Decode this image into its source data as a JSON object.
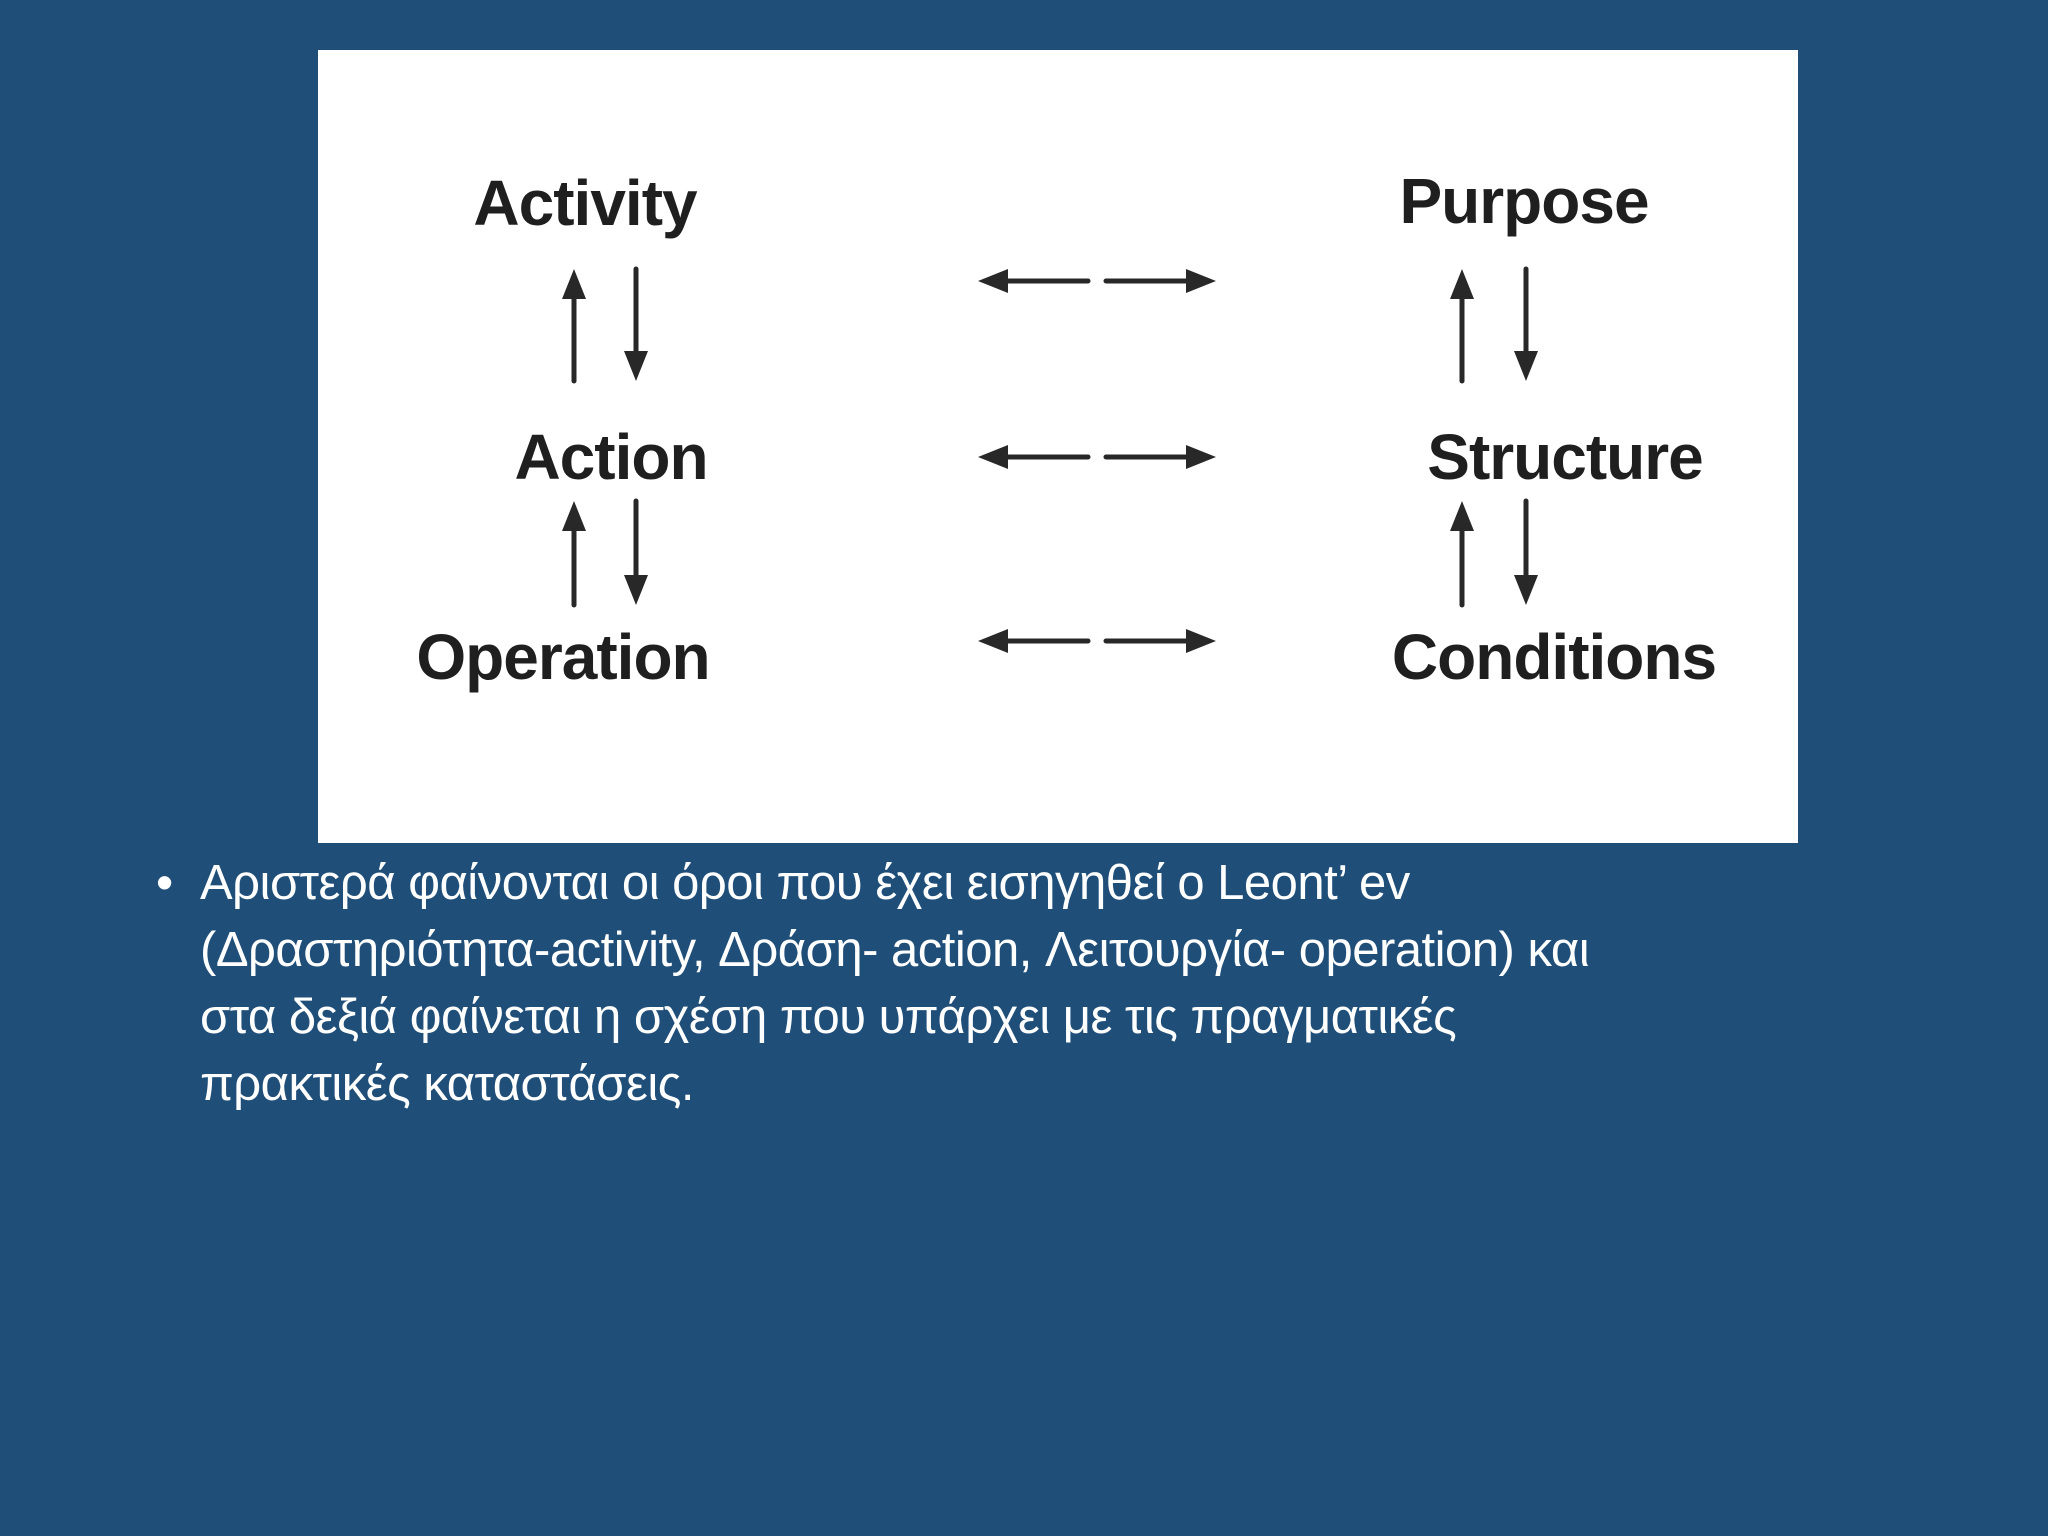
{
  "slide": {
    "background_color": "#1f4e79",
    "panel_background_color": "#ffffff",
    "diagram": {
      "text_color": "#1f1f1f",
      "arrow_color": "#282828",
      "left_column": [
        "Activity",
        "Action",
        "Operation"
      ],
      "right_column": [
        "Purpose",
        "Structure",
        "Conditions"
      ],
      "icons": {
        "vertical_link": "up-down-arrows-icon",
        "horizontal_link": "left-right-arrows-icon"
      }
    },
    "bullet": {
      "marker": "•",
      "text_color": "#ffffff",
      "lines": [
        "Αριστερά φαίνονται οι όροι που έχει εισηγηθεί ο Leont’ ev",
        "(Δραστηριότητα-activity, Δράση- action, Λειτουργία- operation) και",
        "στα δεξιά φαίνεται η σχέση που υπάρχει με τις πραγματικές",
        "πρακτικές καταστάσεις."
      ]
    }
  }
}
